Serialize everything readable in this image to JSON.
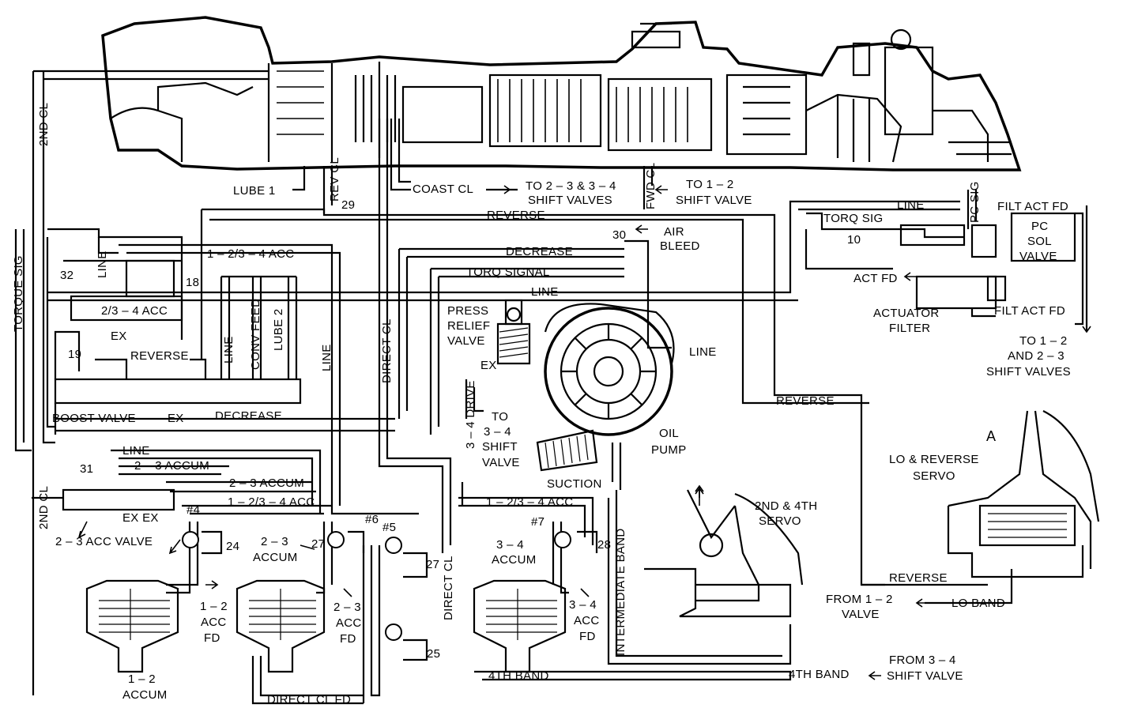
{
  "labels": {
    "lube1": "LUBE 1",
    "rev_cl": "REV CL",
    "n29": "29",
    "coast_cl": "COAST CL",
    "to_23_34": "TO 2 – 3 & 3 – 4",
    "shift_valves_a": "SHIFT VALVES",
    "fwd_cl": "FWD CL",
    "to_12": "TO 1 – 2",
    "shift_valve_a": "SHIFT VALVE",
    "second_cl_top": "2ND CL",
    "reverse_top": "REVERSE",
    "n30": "30",
    "air_bleed_1": "AIR",
    "air_bleed_2": "BLEED",
    "line_right": "LINE",
    "pc_sig": "PC SIG",
    "torq_sig_right": "TORQ SIG",
    "n10": "10",
    "filt_act_fd_top": "FILT ACT FD",
    "pc_sol_1": "PC",
    "pc_sol_2": "SOL",
    "pc_sol_3": "VALVE",
    "act_fd": "ACT FD",
    "actuator_filter_1": "ACTUATOR",
    "actuator_filter_2": "FILTER",
    "filt_act_fd_bot": "FILT ACT FD",
    "to_12_23_1": "TO 1 – 2",
    "to_12_23_2": "AND 2 – 3",
    "to_12_23_3": "SHIFT VALVES",
    "torque_sig": "TORQUE SIG",
    "n32": "32",
    "line_v1": "LINE",
    "acc_1234": "1 – 2/3 – 4 ACC",
    "n18": "18",
    "acc_234": "2/3 – 4 ACC",
    "ex_1": "EX",
    "decrease_top": "DECREASE",
    "torq_signal": "TORQ SIGNAL",
    "line_mid": "LINE",
    "press_relief_1": "PRESS",
    "press_relief_2": "RELIEF",
    "press_relief_3": "VALVE",
    "ex_relief": "EX",
    "line_pump": "LINE",
    "n19": "19",
    "reverse_mid": "REVERSE",
    "line_v2": "LINE",
    "conv_feed": "CONV FEED",
    "lube2": "LUBE 2",
    "line_v3": "LINE",
    "direct_cl_v": "DIRECT CL",
    "boost_valve": "BOOST VALVE",
    "ex_boost": "EX",
    "decrease_low": "DECREASE",
    "reverse_right": "REVERSE",
    "drive_34": "3 – 4 DRIVE",
    "to_34_1": "TO",
    "to_34_2": "3 – 4",
    "to_34_3": "SHIFT",
    "to_34_4": "VALVE",
    "oil_pump_1": "OIL",
    "oil_pump_2": "PUMP",
    "suction": "SUCTION",
    "line_low": "LINE",
    "accum_23_a": "2 – 3 ACCUM",
    "accum_23_b": "2 – 3 ACCUM",
    "n31": "31",
    "acc_1234_b": "1 – 2/3 – 4 ACC",
    "acc_1234_c": "1 – 2/3 – 4 ACC",
    "ex_ex": "EX EX",
    "acc_valve_23": "2 – 3 ACC VALVE",
    "second_cl_bot": "2ND CL",
    "c4": "#4",
    "n24": "24",
    "c6": "#6",
    "c5": "#5",
    "c7": "#7",
    "n27a": "27",
    "n27b": "27",
    "n28": "28",
    "accum23_1": "2 – 3",
    "accum23_2": "ACCUM",
    "accum34_1": "3 – 4",
    "accum34_2": "ACCUM",
    "intermediate_band": "INTERMEDIATE BAND",
    "direct_cl_v2": "DIRECT CL",
    "servo_24_1": "2ND & 4TH",
    "servo_24_2": "SERVO",
    "lo_rev_1": "LO & REVERSE",
    "lo_rev_2": "SERVO",
    "a_mark": "A",
    "acc_fd12_1": "1 – 2",
    "acc_fd12_2": "ACC",
    "acc_fd12_3": "FD",
    "acc_fd23_1": "2 – 3",
    "acc_fd23_2": "ACC",
    "acc_fd23_3": "FD",
    "acc_fd34_1": "3 – 4",
    "acc_fd34_2": "ACC",
    "acc_fd34_3": "FD",
    "accum12_1": "1 – 2",
    "accum12_2": "ACCUM",
    "n25": "25",
    "reverse_bot": "REVERSE",
    "from_12_1": "FROM 1 – 2",
    "from_12_2": "VALVE",
    "lo_band": "LO BAND",
    "fourth_band_a": "4TH BAND",
    "fourth_band_b": "4TH BAND",
    "from_34_1": "FROM 3 – 4",
    "from_34_2": "SHIFT VALVE",
    "direct_cl_fd": "DIRECT CL FD"
  }
}
